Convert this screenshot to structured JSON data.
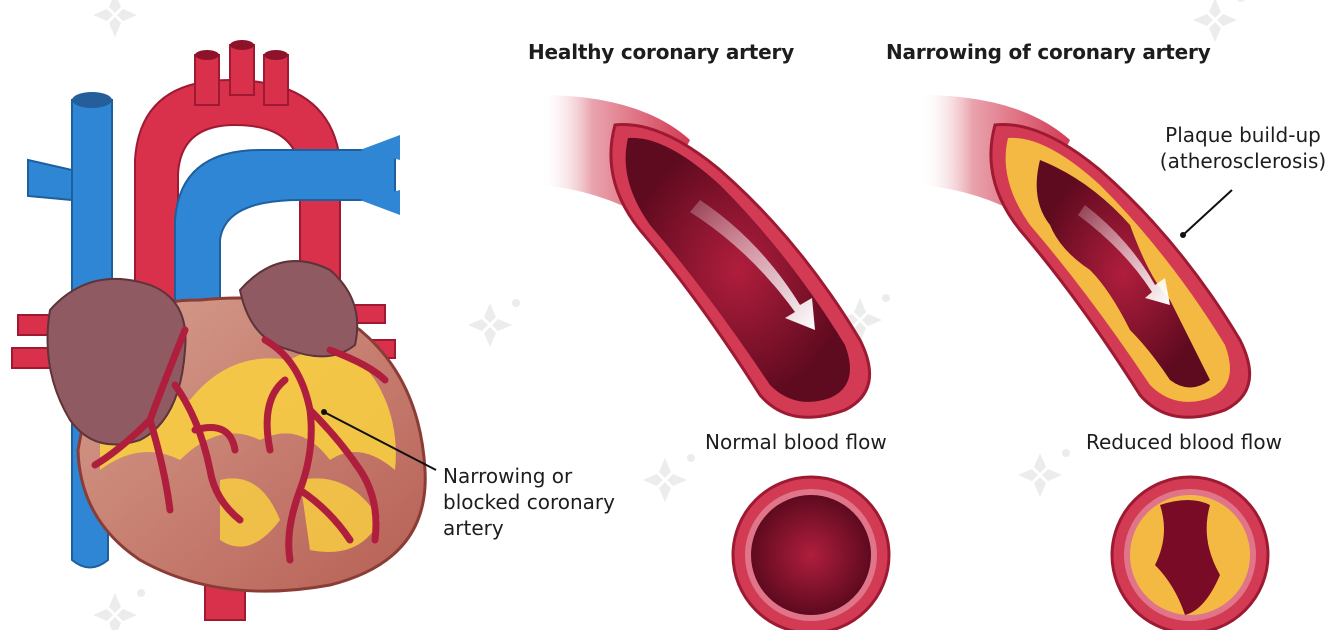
{
  "headings": {
    "healthy": "Healthy coronary artery",
    "narrowing": "Narrowing of coronary artery"
  },
  "captions": {
    "normal_flow": "Normal blood flow",
    "reduced_flow": "Reduced blood flow"
  },
  "callouts": {
    "heart": [
      "Narrowing or",
      "blocked coronary",
      "artery"
    ],
    "plaque": [
      "Plaque build-up",
      "(atherosclerosis)"
    ]
  },
  "colors": {
    "artery_red": "#d0314a",
    "artery_dark": "#6e0a22",
    "vein_blue": "#2f86d4",
    "plaque_yellow": "#f4b942",
    "atrium_mauve": "#8f5a62",
    "heart_muscle": "#c7796b",
    "fat_yellow": "#f7cd42"
  },
  "icons": [
    "watermark-icon"
  ]
}
